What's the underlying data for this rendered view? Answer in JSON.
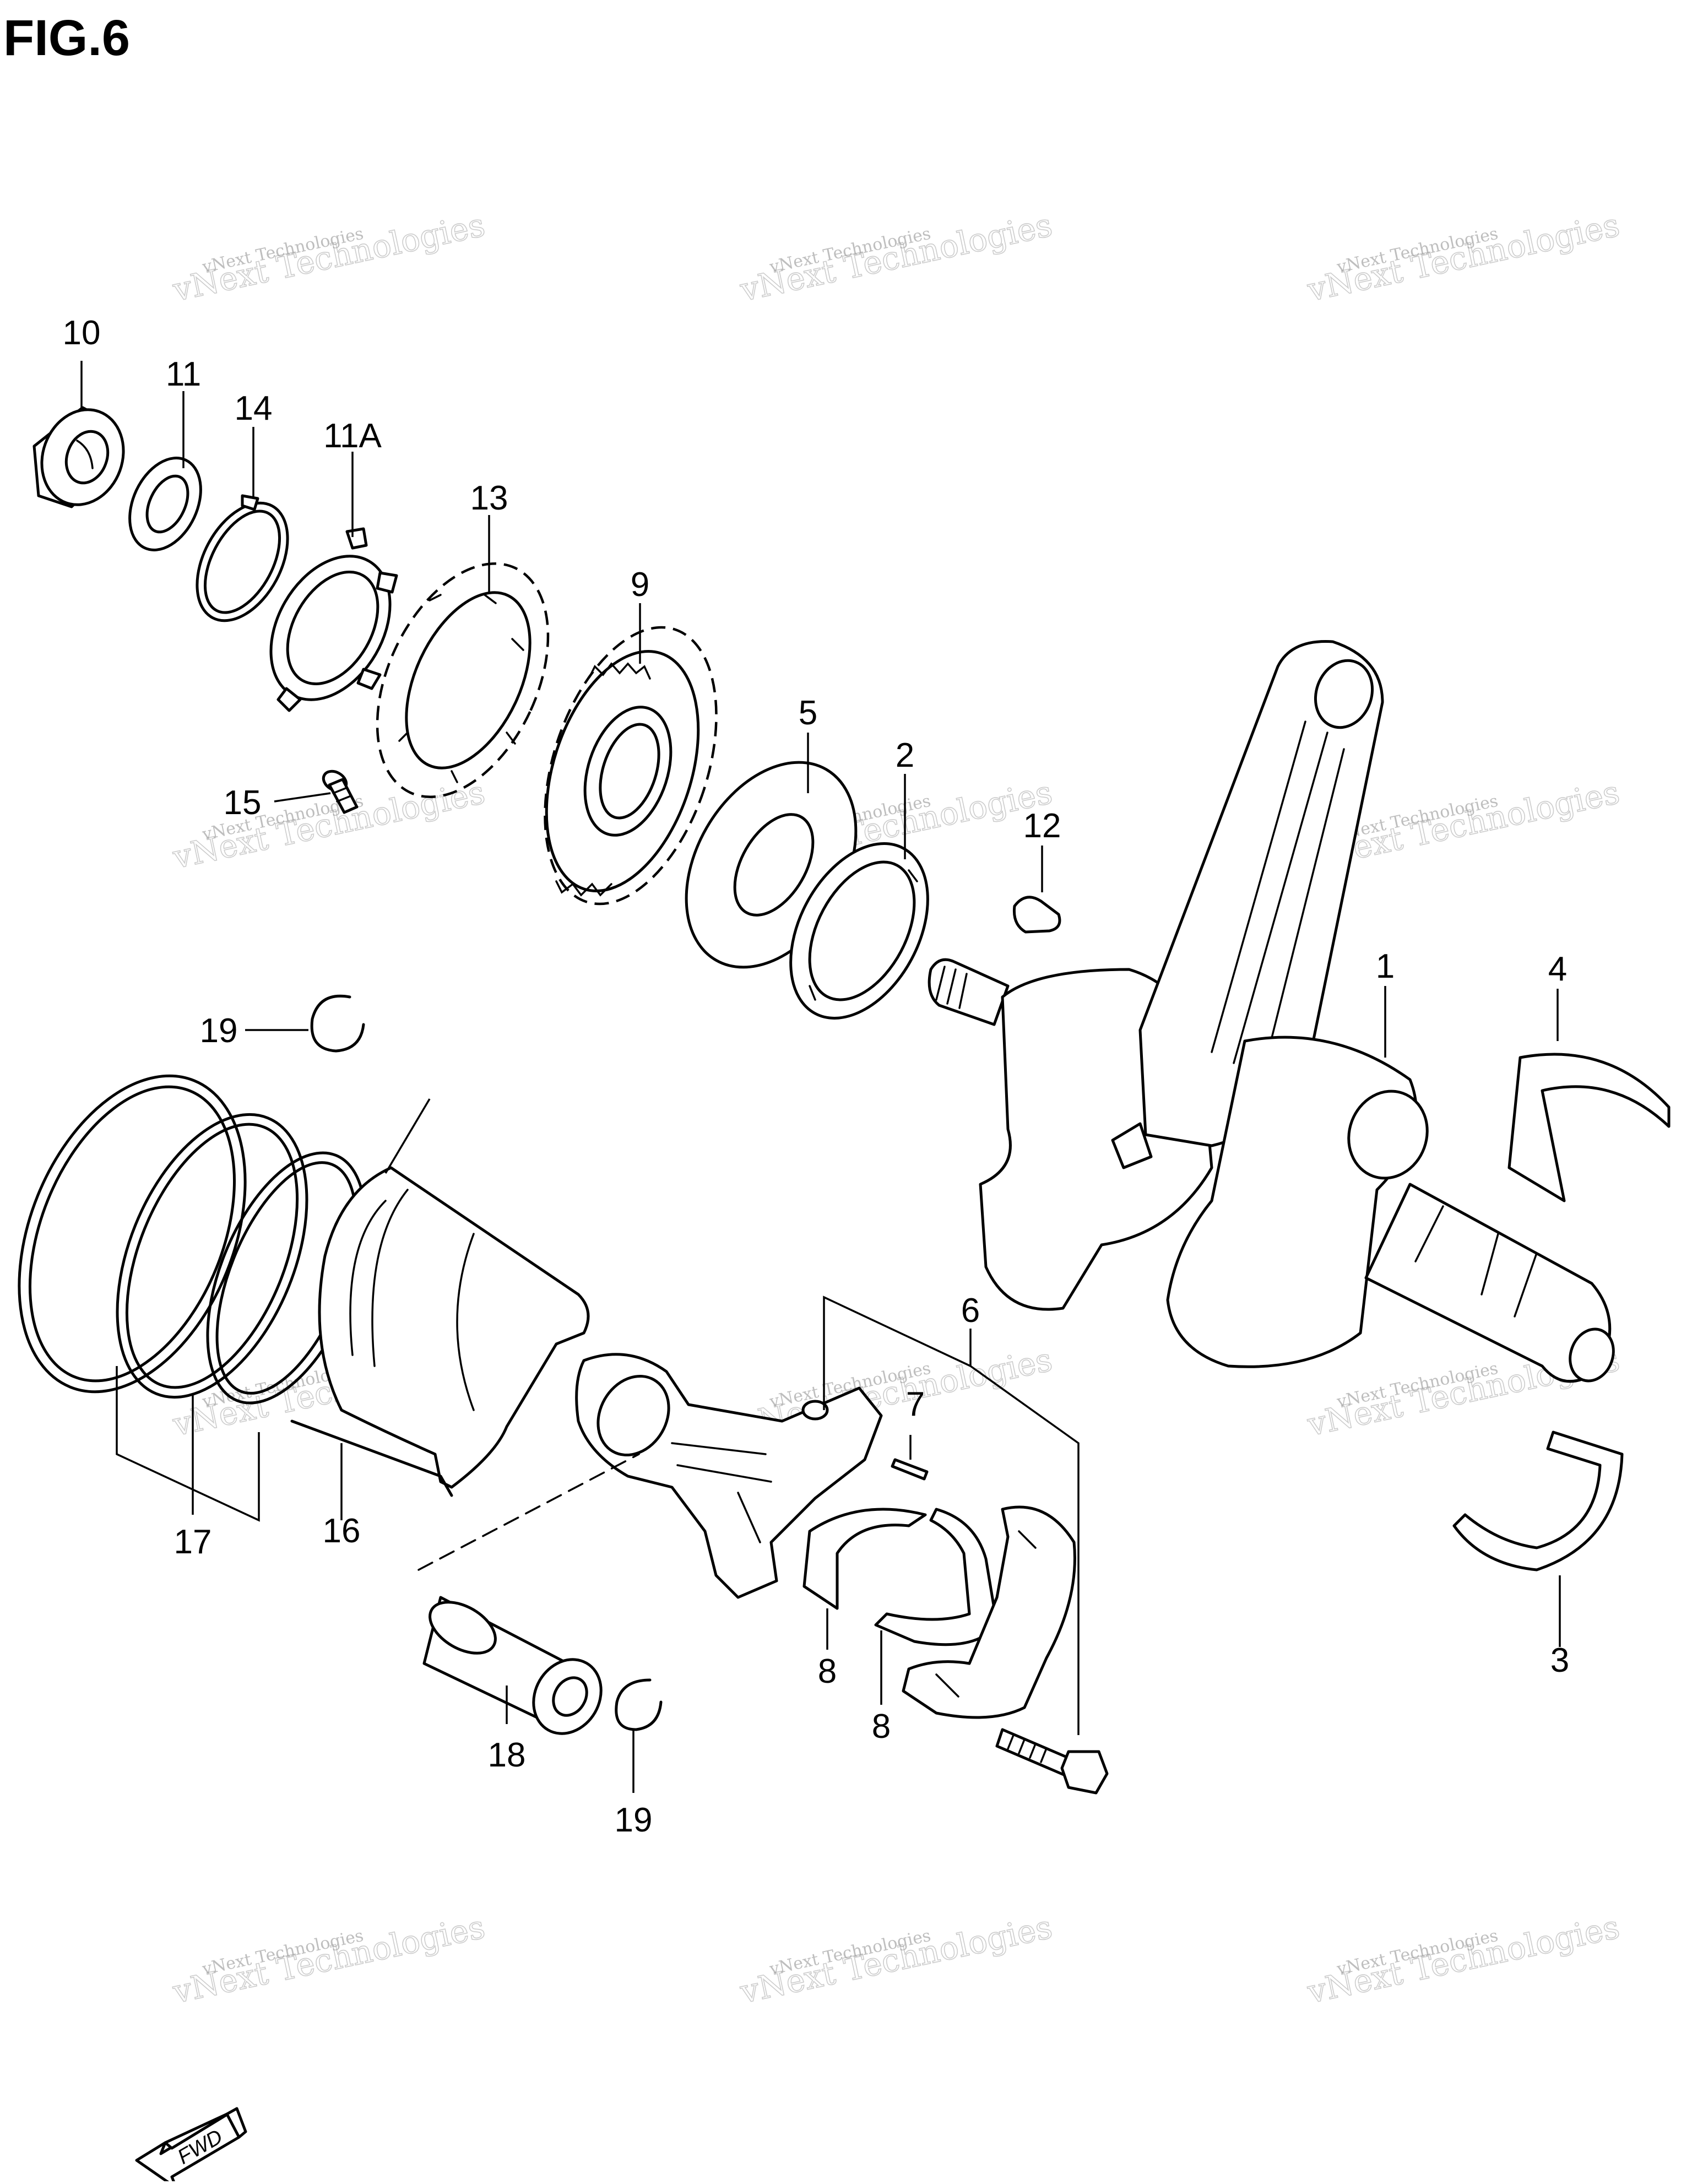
{
  "figure": {
    "title": "FIG.6"
  },
  "watermark": {
    "line1": "vNext Technologies",
    "line2": "vNext Technologies"
  },
  "callouts": [
    "1",
    "2",
    "3",
    "4",
    "5",
    "6",
    "7",
    "8",
    "8",
    "9",
    "10",
    "11",
    "11A",
    "12",
    "13",
    "14",
    "15",
    "16",
    "17",
    "18",
    "19",
    "19"
  ],
  "direction_marker": {
    "label": "FWD"
  }
}
